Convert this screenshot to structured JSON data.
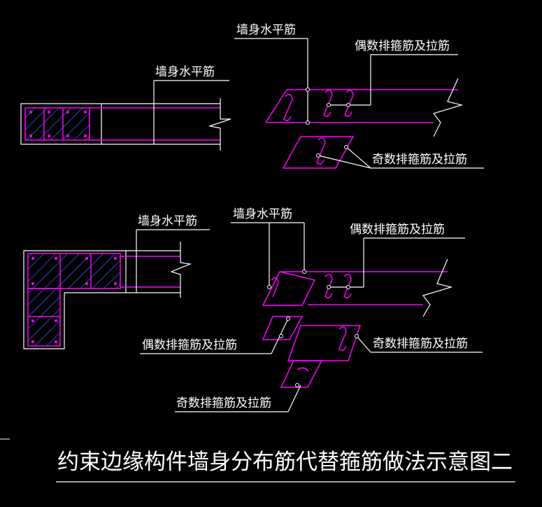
{
  "labels": {
    "wall_horizontal_bar": "墙身水平筋",
    "even_row_stirrup_tie": "偶数排箍筋及拉筋",
    "odd_row_stirrup_tie": "奇数排箍筋及拉筋"
  },
  "title": "约束边缘构件墙身分布筋代替箍筋做法示意图二",
  "colors": {
    "background": "#000000",
    "line": "#ffffff",
    "rebar": "#ff00ff",
    "hatch": "#3355ff"
  }
}
